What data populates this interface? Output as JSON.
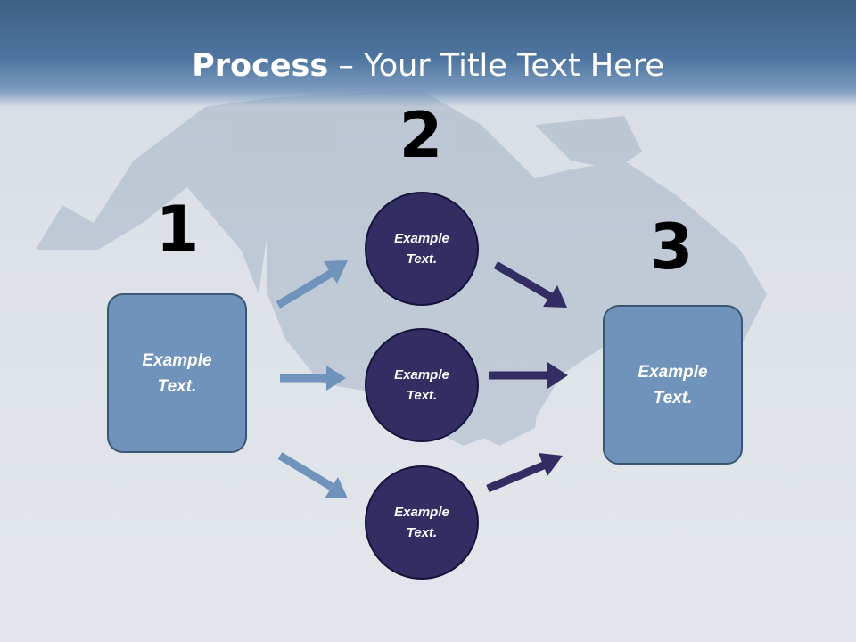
{
  "title": {
    "bold": "Process",
    "rest": " – Your Title Text Here"
  },
  "steps": [
    {
      "number": "1"
    },
    {
      "number": "2"
    },
    {
      "number": "3"
    }
  ],
  "left_box": {
    "text": "Example Text."
  },
  "right_box": {
    "text": "Example Text."
  },
  "circles": [
    {
      "text": "Example Text."
    },
    {
      "text": "Example Text."
    },
    {
      "text": "Example Text."
    }
  ],
  "colors": {
    "box_fill": "#7093bb",
    "circle_fill": "#322d63",
    "arrow_light": "#6f93bb",
    "arrow_dark": "#322d63",
    "title_band": "#4e75a0"
  }
}
